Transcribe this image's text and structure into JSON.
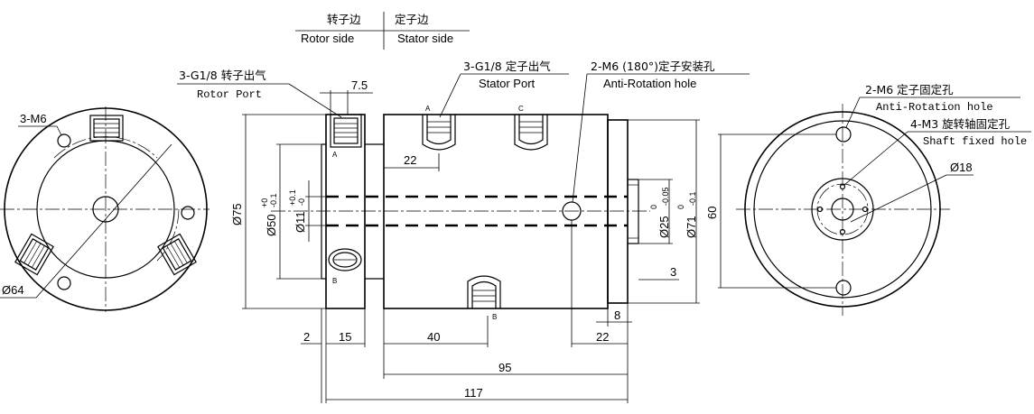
{
  "header": {
    "rotor_side_cn": "转子边",
    "stator_side_cn": "定子边",
    "rotor_side_en": "Rotor side",
    "stator_side_en": "Stator side"
  },
  "callouts": {
    "rotor_port_spec": "3-G1/8 转子出气",
    "rotor_port_en": "Rotor Port",
    "stator_port_spec": "3-G1/8 定子出气",
    "stator_port_en": "Stator Port",
    "anti_rotation_top_spec": "2-M6 (180°)定子安装孔",
    "anti_rotation_top_en": "Anti-Rotation hole",
    "left_holes": "3-M6",
    "right_m6_spec": "2-M6 定子固定孔",
    "right_m6_en": "Anti-Rotation hole",
    "right_m3_spec": "4-M3 旋转轴固定孔",
    "right_m3_en": "Shaft fixed hole"
  },
  "port_letters": {
    "a_top": "A",
    "c_top": "C",
    "a_side": "A",
    "b_side": "B",
    "b_bottom": "B"
  },
  "dimensions": {
    "d64": "Ø64",
    "d75": "Ø75",
    "d50": "Ø50",
    "d50_tol_upper": "+0",
    "d50_tol_lower": "-0.1",
    "d11": "Ø11",
    "d11_tol_upper": "+0.1",
    "d11_tol_lower": "-0",
    "d25": "Ø25",
    "d25_tol_upper": "0",
    "d25_tol_lower": "-0.05",
    "d71": "Ø71",
    "d71_tol_upper": "0",
    "d71_tol_lower": "-0.1",
    "w7_5": "7.5",
    "w22_top": "22",
    "w3": "3",
    "w8": "8",
    "w2": "2",
    "w15": "15",
    "w40": "40",
    "w22_bottom": "22",
    "w95": "95",
    "w117": "117",
    "h60": "60",
    "d18": "Ø18"
  }
}
